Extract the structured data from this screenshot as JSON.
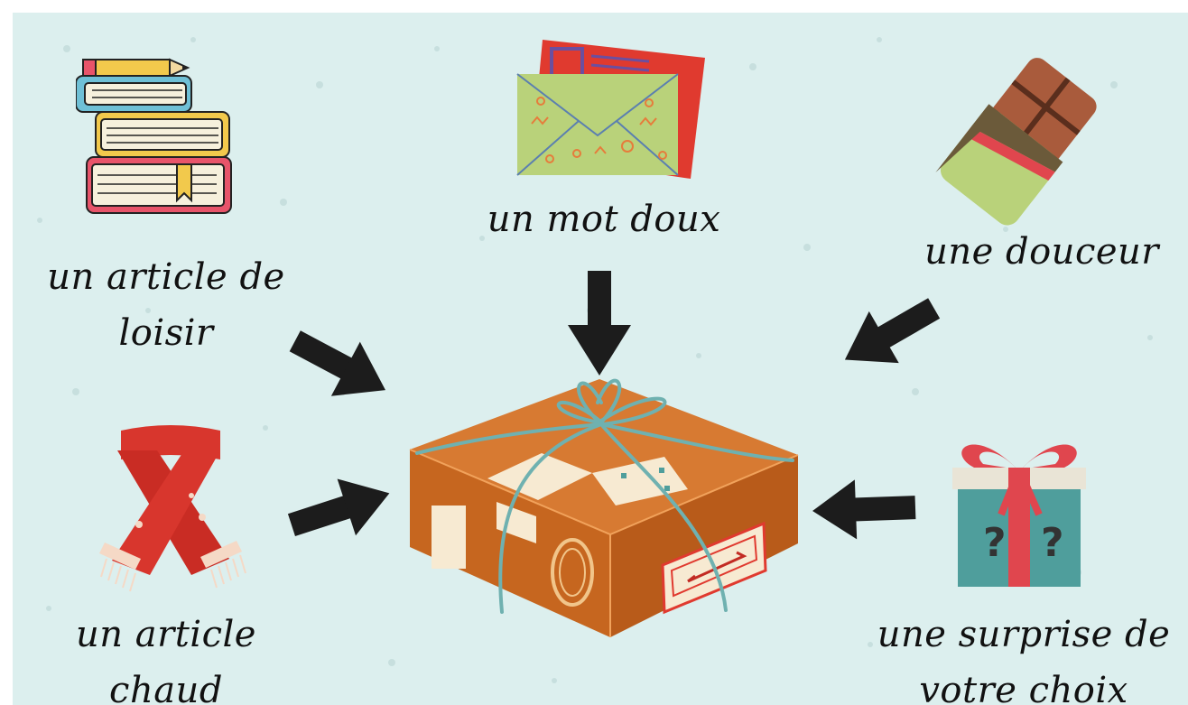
{
  "items": [
    {
      "id": "article-loisir",
      "line1": "un article de",
      "line2": "loisir",
      "icon": "books-icon"
    },
    {
      "id": "mot-doux",
      "line1": "un mot doux",
      "line2": "",
      "icon": "envelope-icon"
    },
    {
      "id": "douceur",
      "line1": "une douceur",
      "line2": "",
      "icon": "chocolate-bar-icon"
    },
    {
      "id": "article-chaud",
      "line1": "un article",
      "line2": "chaud",
      "icon": "scarf-icon"
    },
    {
      "id": "surprise",
      "line1": "une surprise de",
      "line2": "votre choix",
      "icon": "gift-box-icon"
    }
  ],
  "center": {
    "icon": "parcel-box-icon"
  },
  "colors": {
    "background": "#dcefee",
    "box": "#c6661f",
    "ribbon": "#6fb1b0",
    "gift": "#4f9e9c",
    "gift_bow": "#e0464e",
    "envelope": "#b9d27a",
    "envelope_back": "#e03a2f",
    "scarf": "#d8362d",
    "chocolate": "#a95b3c"
  }
}
